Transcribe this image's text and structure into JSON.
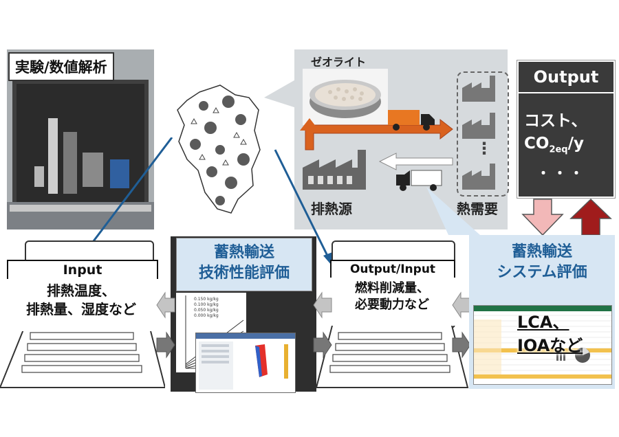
{
  "experiment": {
    "label": "実験/数値解析"
  },
  "zeolite": {
    "label": "ゼオライト"
  },
  "source": {
    "label": "排熱源"
  },
  "demand": {
    "label": "熱需要",
    "dots": "⋮"
  },
  "output_box": {
    "title": "Output",
    "line1": "コスト、",
    "line2_main": "CO",
    "line2_sub": "2eq",
    "line2_tail": "/y",
    "line3": "・・・"
  },
  "tech_eval": {
    "line1": "蓄熱輸送",
    "line2": "技術性能評価"
  },
  "sys_eval": {
    "line1": "蓄熱輸送",
    "line2": "システム評価",
    "overlay1": "LCA、",
    "overlay2": "IOAなど"
  },
  "laptop_left": {
    "title": "Input",
    "line1": "排熱温度、",
    "line2": "排熱量、湿度など"
  },
  "laptop_mid": {
    "title": "Output/Input",
    "line1": "燃料削減量、",
    "line2": "必要動力など"
  },
  "chart_legend": [
    "0.150 kg/kg",
    "0.100 kg/kg",
    "0.050 kg/kg",
    "0.000 kg/kg"
  ],
  "colors": {
    "orange": "#d9621f",
    "blue": "#1f5e96",
    "dark": "#3a3a3a",
    "panel": "#d6dadd",
    "pink": "#f2b8b8",
    "red": "#a01c1c"
  }
}
